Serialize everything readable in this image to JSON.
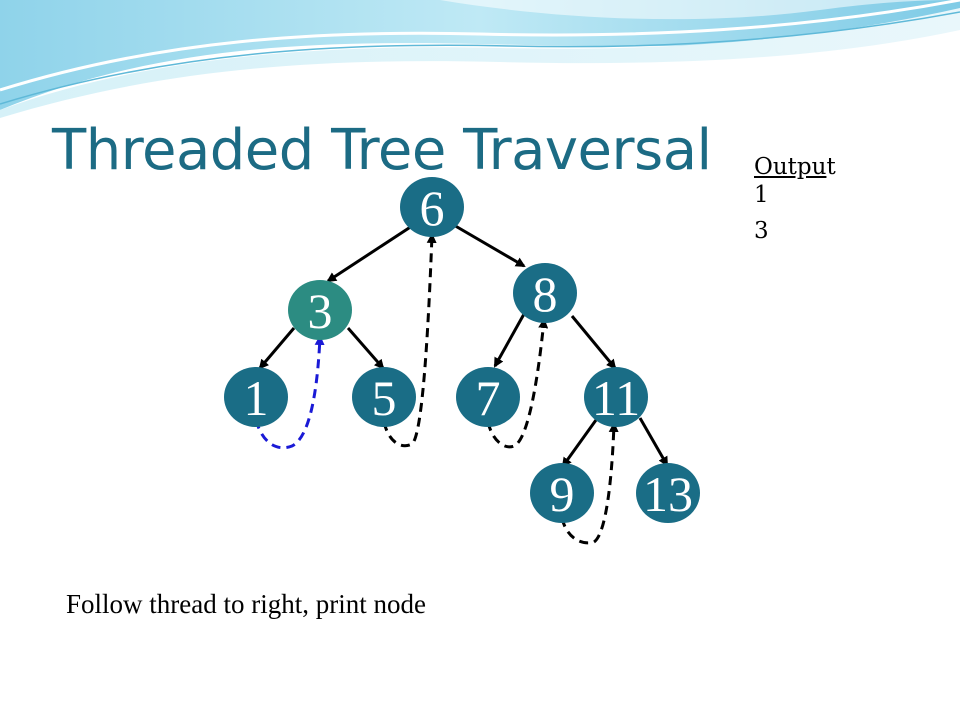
{
  "slide": {
    "title": "Threaded Tree Traversal",
    "caption": "Follow thread to right, print node"
  },
  "output": {
    "heading_underlined": "Outpu",
    "heading_rest": "t",
    "values": [
      "1",
      "3"
    ]
  },
  "tree": {
    "nodes": [
      {
        "id": "n6",
        "label": "6",
        "color": "#1a6d86"
      },
      {
        "id": "n3",
        "label": "3",
        "color": "#2c8c82"
      },
      {
        "id": "n8",
        "label": "8",
        "color": "#1a6d86"
      },
      {
        "id": "n1",
        "label": "1",
        "color": "#1a6d86"
      },
      {
        "id": "n5",
        "label": "5",
        "color": "#1a6d86"
      },
      {
        "id": "n7",
        "label": "7",
        "color": "#1a6d86"
      },
      {
        "id": "n11",
        "label": "11",
        "color": "#1a6d86"
      },
      {
        "id": "n9",
        "label": "9",
        "color": "#1a6d86"
      },
      {
        "id": "n13",
        "label": "13",
        "color": "#1a6d86"
      }
    ],
    "colors": {
      "edge": "#000000",
      "thread": "#000000",
      "active_thread": "#1a1ad6",
      "highlighted_node": "#2c8c82"
    }
  }
}
